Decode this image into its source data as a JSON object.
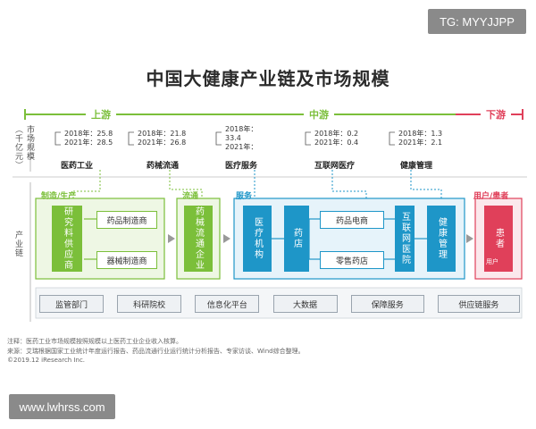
{
  "watermarks": {
    "top_right": "TG: MYYJJPP",
    "bottom_left": "www.lwhrss.com"
  },
  "title": "中国大健康产业链及市场规模",
  "axis_labels": {
    "market": "市场规模（千亿元）",
    "chain": "产业链"
  },
  "sections": {
    "upstream": "上游",
    "midstream": "中游",
    "downstream": "下游"
  },
  "market_stats": [
    {
      "name": "医药工业",
      "y2018": "2018年：25.8",
      "y2021": "2021年：28.5"
    },
    {
      "name": "药械流通",
      "y2018": "2018年：21.8",
      "y2021": "2021年：26.8"
    },
    {
      "name": "医疗服务",
      "y2018": "2018年：",
      "v2018": "33.4",
      "y2021": "2021年："
    },
    {
      "name": "互联网医疗",
      "y2018": "2018年：0.2",
      "y2021": "2021年：0.4"
    },
    {
      "name": "健康管理",
      "y2018": "2018年：1.3",
      "y2021": "2021年：2.1"
    }
  ],
  "chain": {
    "manufacturing": {
      "label": "制造/生产",
      "raw": "研究料供应商",
      "drug": "药品制造商",
      "device": "器械制造商"
    },
    "circulation": {
      "label": "流通",
      "box": "药械流通企业"
    },
    "service": {
      "label": "服务",
      "medical": "医疗机构",
      "pharmacy": "药店",
      "ecommerce": "药品电商",
      "retail": "零售药店",
      "internet_hospital": "互联网医院",
      "health_mgmt": "健康管理"
    },
    "users": {
      "label": "用户/患者",
      "box": "患者",
      "sub": "用户"
    }
  },
  "support_items": [
    "监管部门",
    "科研院校",
    "信息化平台",
    "大数据",
    "保障服务",
    "供应链服务"
  ],
  "notes": [
    "注释：医药工业市场规模按照规模以上医药工业企业收入核算。",
    "来源：艾瑞根据国家工业统计年度运行报告、药品流通行业运行统计分析报告、专家访谈、Wind综合整理。"
  ],
  "copyright": "©2019.12 iResearch Inc.",
  "colors": {
    "green": "#7bbf3a",
    "teal": "#1e96c8",
    "red": "#e0405a",
    "blue_box": "#2a8fc0"
  }
}
